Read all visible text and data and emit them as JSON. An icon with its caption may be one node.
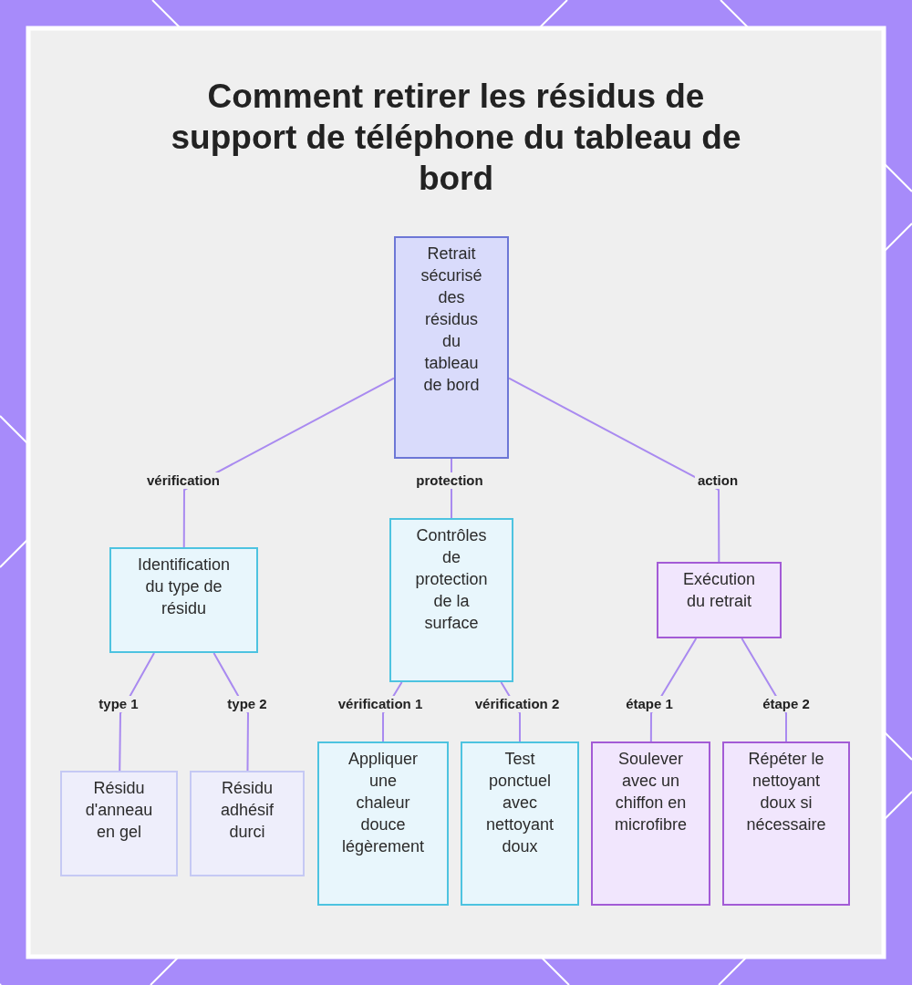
{
  "diagram": {
    "title": "Comment retirer les résidus de support de téléphone du tableau de bord",
    "nodes": [
      {
        "text": [
          "Retrait sécurisé des résidus du tableau de bord"
        ]
      },
      {
        "text": [
          "Identification du type de résidu"
        ]
      },
      {
        "text": [
          "Contrôles de protection de la surface"
        ]
      },
      {
        "text": [
          "Exécution du retrait"
        ]
      },
      {
        "text": [
          "Résidu d'anneau en gel"
        ]
      },
      {
        "text": [
          "Résidu adhésif durci"
        ]
      },
      {
        "text": [
          "Appliquer une chaleur douce légèrement"
        ]
      },
      {
        "text": [
          "Test ponctuel avec nettoyant doux"
        ]
      },
      {
        "text": [
          "Soulever avec un chiffon en microfibre"
        ]
      },
      {
        "text": [
          "Répéter le nettoyant doux si nécessaire"
        ]
      }
    ],
    "edges": [
      {
        "from": 0,
        "to": 1,
        "arrow": "none",
        "label": "vérification"
      },
      {
        "from": 0,
        "to": 2,
        "arrow": "none",
        "label": "protection"
      },
      {
        "from": 0,
        "to": 3,
        "arrow": "none",
        "label": "action"
      },
      {
        "from": 1,
        "to": 4,
        "arrow": "none",
        "label": "type 1"
      },
      {
        "from": 1,
        "to": 5,
        "arrow": "none",
        "label": "type 2"
      },
      {
        "from": 2,
        "to": 6,
        "arrow": "none",
        "label": "vérification 1"
      },
      {
        "from": 2,
        "to": 7,
        "arrow": "none",
        "label": "vérification 2"
      },
      {
        "from": 3,
        "to": 8,
        "arrow": "none",
        "label": "étape 1"
      },
      {
        "from": 3,
        "to": 9,
        "arrow": "none",
        "label": "étape 2"
      }
    ]
  }
}
